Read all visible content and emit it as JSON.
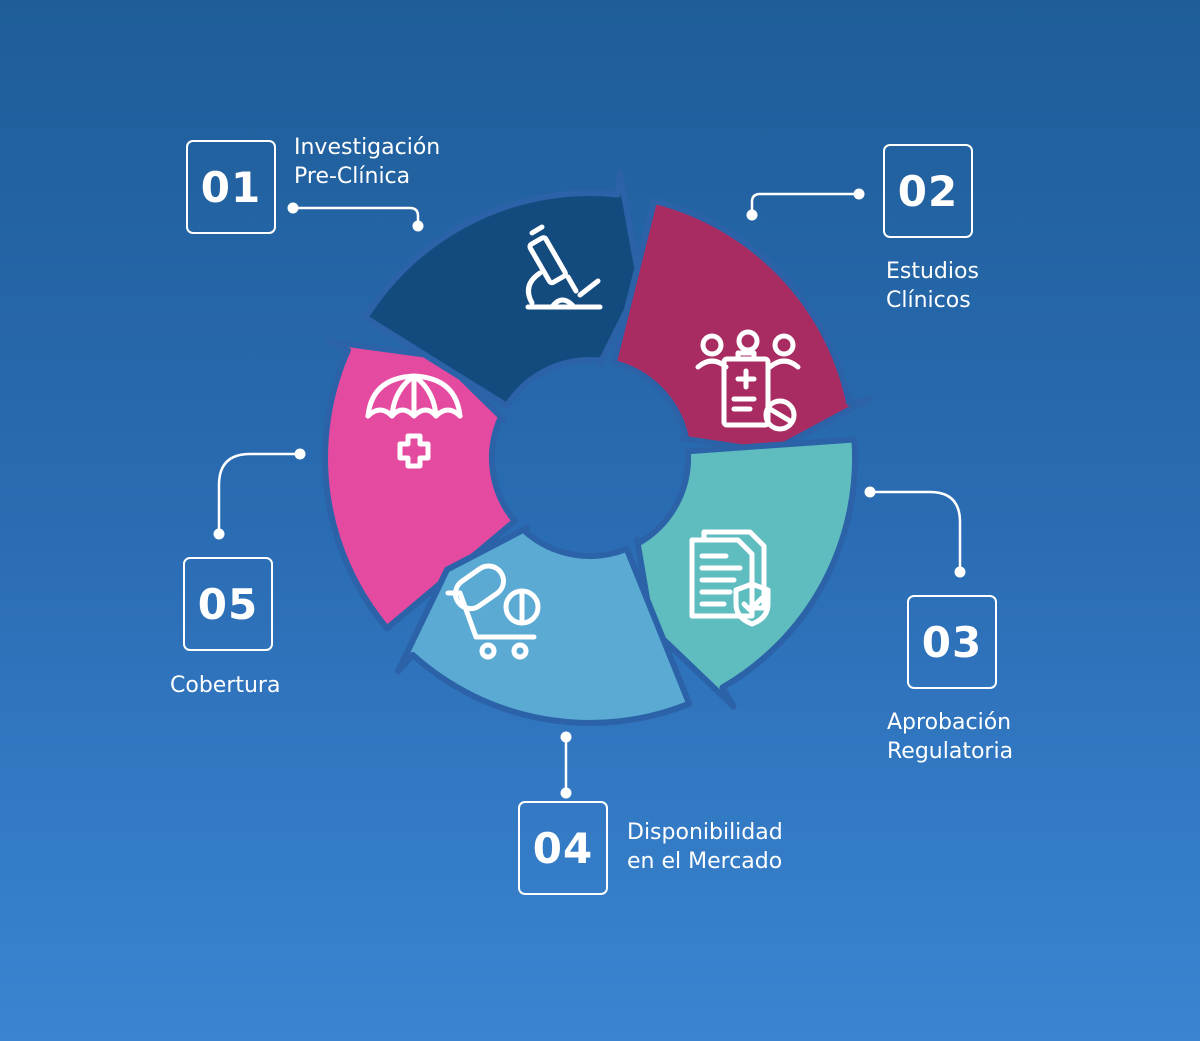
{
  "colors": {
    "step1": "#144b7f",
    "step2": "#a82c62",
    "step3": "#5fbcbf",
    "step4": "#5aaad4",
    "step5": "#e44a9f",
    "outline": "#2b62a8",
    "icon": "#ffffff"
  },
  "steps": [
    {
      "number": "01",
      "label_lines": [
        "Investigación",
        "Pre-Clínica"
      ],
      "icon": "microscope-icon"
    },
    {
      "number": "02",
      "label_lines": [
        "Estudios",
        "Clínicos"
      ],
      "icon": "clinical-trial-icon"
    },
    {
      "number": "03",
      "label_lines": [
        "Aprobación",
        "Regulatoria"
      ],
      "icon": "regulatory-document-icon"
    },
    {
      "number": "04",
      "label_lines": [
        "Disponibilidad",
        "en el Mercado"
      ],
      "icon": "pill-cart-icon"
    },
    {
      "number": "05",
      "label_lines": [
        "Cobertura"
      ],
      "icon": "umbrella-health-icon"
    }
  ]
}
